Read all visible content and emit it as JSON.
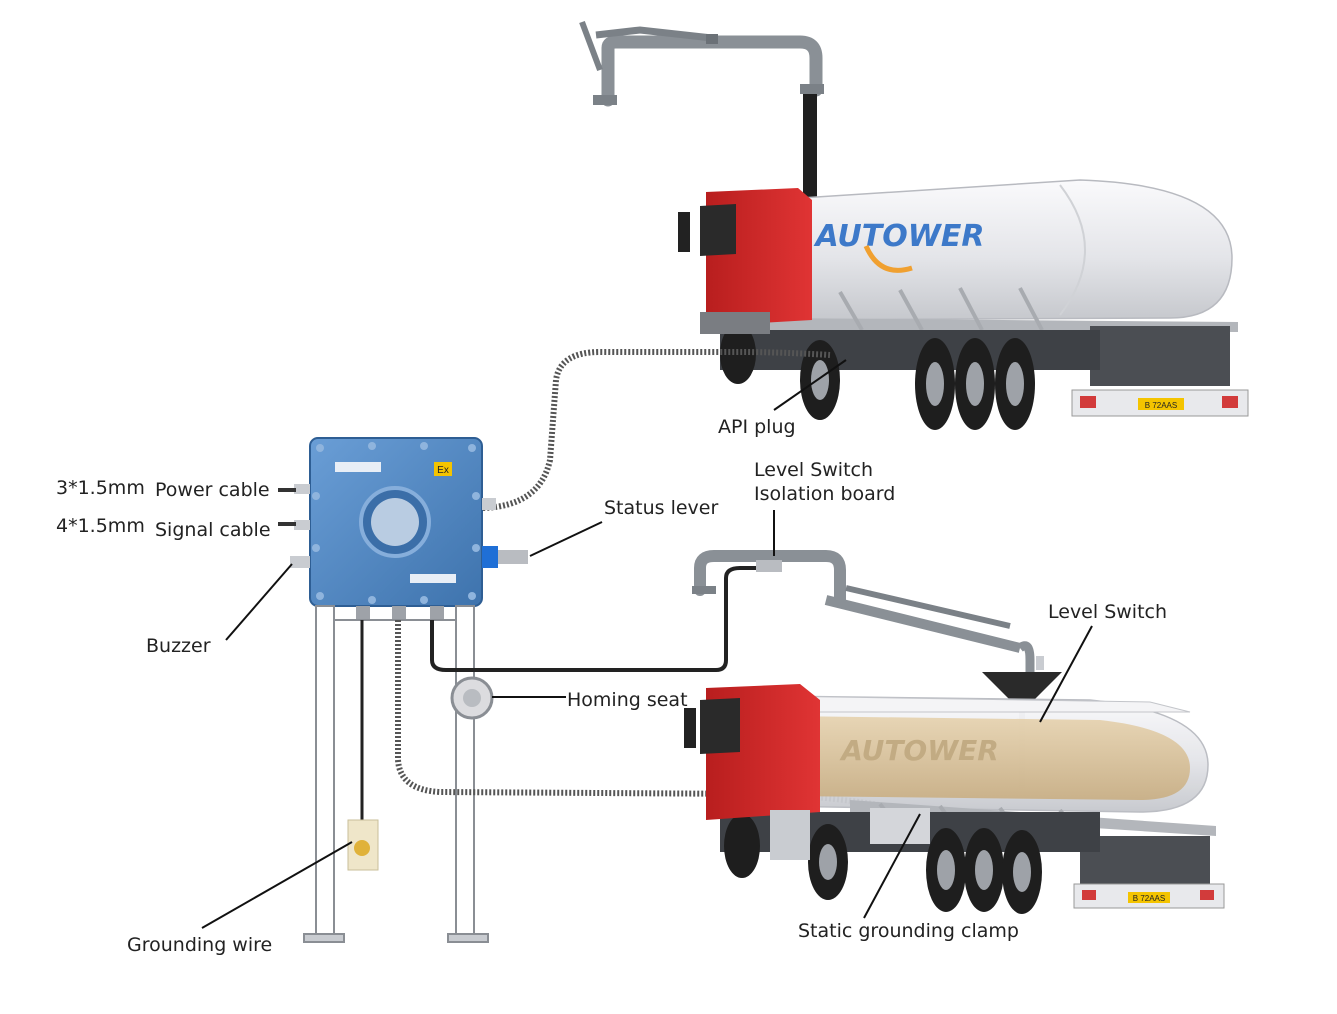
{
  "labels": {
    "power_cable_size": "3*1.5mm",
    "power_cable": "Power cable",
    "signal_cable_size": "4*1.5mm",
    "signal_cable": "Signal cable",
    "buzzer": "Buzzer",
    "status_lever": "Status lever",
    "api_plug": "API plug",
    "level_switch_line1": "Level Switch",
    "isolation_board_line2": "Isolation board",
    "level_switch": "Level Switch",
    "homing_seat": "Homing seat",
    "grounding_wire": "Grounding wire",
    "static_grounding_clamp": "Static grounding clamp"
  },
  "tanker_top": {
    "brand": "AUTOWER",
    "plate": "B 72AAS"
  },
  "tanker_bottom": {
    "brand": "AUTOWER",
    "plate": "B 72AAS"
  },
  "control_box": {
    "ex_mark": "Ex"
  },
  "colors": {
    "box_blue": "#4f86c2",
    "cab_red": "#d82a2a",
    "tank_white": "#ececef",
    "arm_grey": "#8a9096",
    "brand_blue": "#3d79c9",
    "brand_orange": "#f0a030",
    "cargo_beige": "#d9c29c"
  }
}
